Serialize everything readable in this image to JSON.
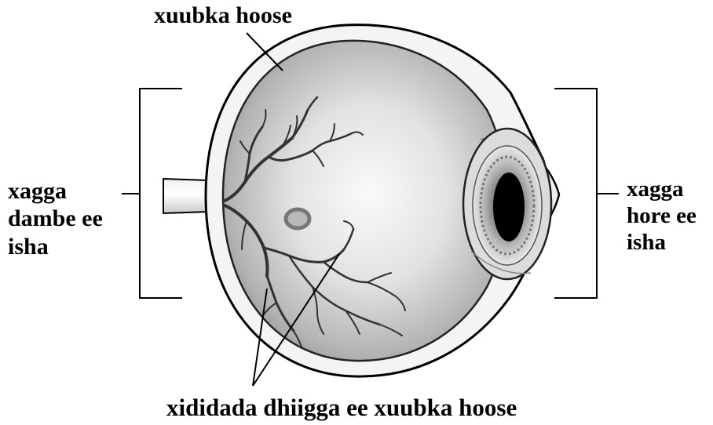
{
  "labels": {
    "top": "xuubka hoose",
    "left": [
      "xagga",
      "dambe ee",
      "isha"
    ],
    "right": [
      "xagga",
      "hore ee",
      "isha"
    ],
    "bottom": "xididada dhiigga ee xuubka hoose"
  }
}
